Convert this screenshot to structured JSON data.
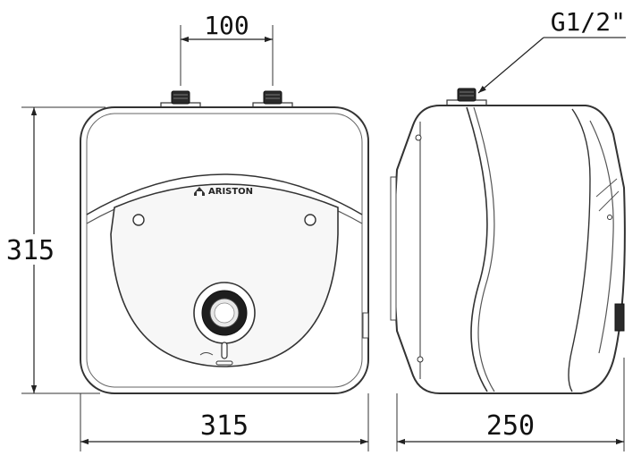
{
  "dimensions": {
    "pipe_spacing": "100",
    "thread": "G1/2\"",
    "height": "315",
    "width": "315",
    "depth": "250"
  },
  "brand": {
    "logo": "ARISTON"
  },
  "colors": {
    "line": "#333333",
    "body": "#ffffff",
    "panel": "#f4f4f4",
    "dial": "#222222"
  }
}
